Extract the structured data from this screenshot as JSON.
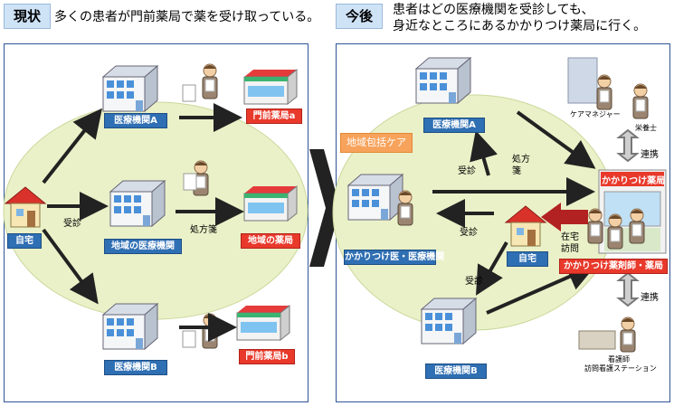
{
  "current": {
    "tag": "現状",
    "caption": "多くの患者が門前薬局で薬を受け取っている。",
    "labels": {
      "home": "自宅",
      "clinic_a": "医療機関A",
      "clinic_local": "地域の医療機関",
      "clinic_b": "医療機関B",
      "pharmacy_a": "門前薬局a",
      "pharmacy_local": "地域の薬局",
      "pharmacy_b": "門前薬局b",
      "consult": "受診",
      "prescription": "処方箋"
    }
  },
  "future": {
    "tag": "今後",
    "caption_line1": "患者はどの医療機関を受診しても、",
    "caption_line2": "身近なところにあるかかりつけ薬局に行く。",
    "labels": {
      "community_care": "地域包括ケア",
      "clinic_a": "医療機関A",
      "family_doctor": "かかりつけ医・医療機関",
      "home": "自宅",
      "clinic_b": "医療機関B",
      "consult_1": "受診",
      "consult_2": "受診",
      "consult_3": "受診",
      "prescription_line1": "処方",
      "prescription_line2": "箋",
      "home_visit_line1": "在宅",
      "home_visit_line2": "訪問",
      "care_manager": "ケアマネジャー",
      "dietitian": "栄養士",
      "cooperation_1": "連携",
      "cooperation_2": "連携",
      "family_pharmacy_sign": "かかりつけ薬局",
      "family_pharmacist_label": "かかりつけ薬剤師・薬局",
      "nurse": "看護師",
      "nursing_station": "訪問看護ステーション"
    }
  },
  "colors": {
    "panel_border": "#2f5597",
    "ellipse_fill": "#eaf1c8",
    "label_blue": "#2f6fb3",
    "label_red": "#e8392b",
    "tag_orange": "#f7a35c",
    "transition_arrow": "#222222",
    "home_visit_arrow": "#b22222"
  }
}
